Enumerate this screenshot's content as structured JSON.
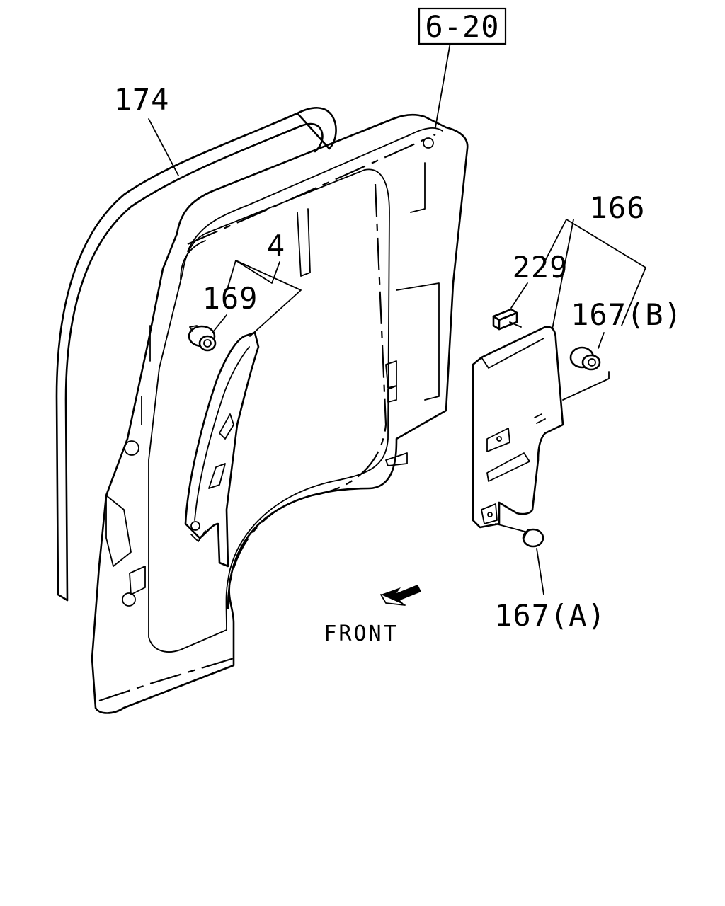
{
  "diagram": {
    "ref_box_label": "6-20",
    "direction_label": "FRONT",
    "callouts": {
      "part_174": "174",
      "part_4": "4",
      "part_169": "169",
      "part_166": "166",
      "part_229": "229",
      "part_167b": "167(B)",
      "part_167a": "167(A)"
    }
  }
}
